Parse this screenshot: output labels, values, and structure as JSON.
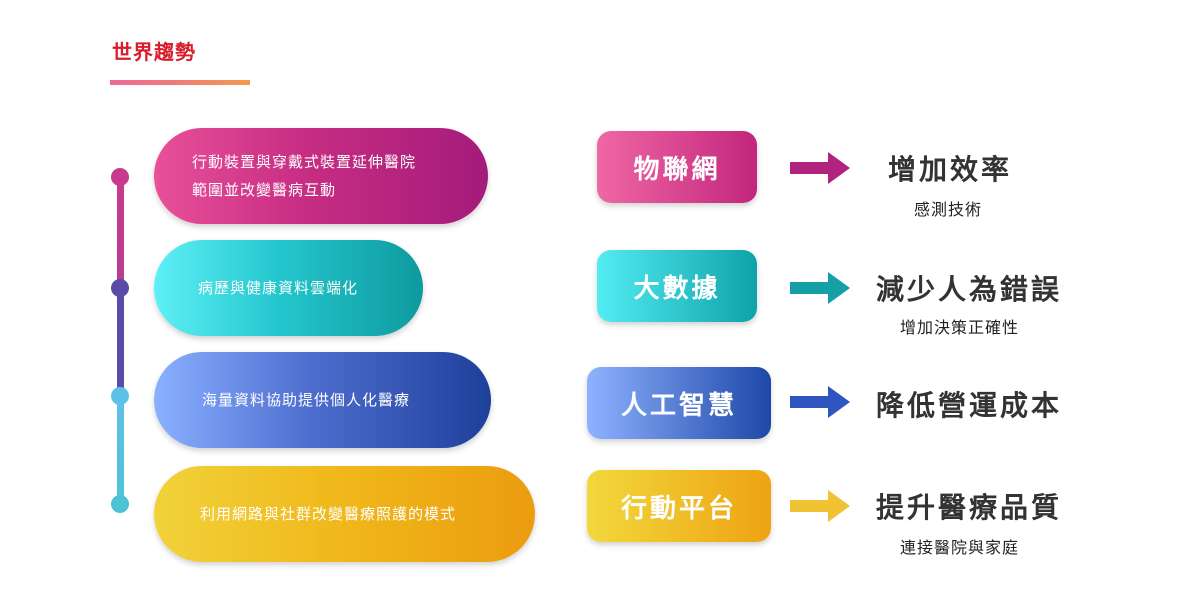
{
  "title": "世界趨勢",
  "colors": {
    "title": "#d81e2c",
    "magenta": "#c72d83",
    "teal": "#25c7cf",
    "blue": "#4f6fd0",
    "yellow": "#f0b71a",
    "timeline_dots": [
      "#c93a8e",
      "#5a4ba6",
      "#5fc0e6",
      "#4fc3d6"
    ]
  },
  "timeline": [
    {
      "lines": [
        "行動裝置與穿戴式裝置延伸醫院",
        "範圍並改變醫病互動"
      ]
    },
    {
      "lines": [
        "病歷與健康資料雲端化"
      ]
    },
    {
      "lines": [
        "海量資料協助提供個人化醫療"
      ]
    },
    {
      "lines": [
        "利用網路與社群改變醫療照護的模式"
      ]
    }
  ],
  "trends": [
    {
      "label": "物聯網",
      "result": "增加效率",
      "sub": "感測技術",
      "arrow_color": "#b0237f"
    },
    {
      "label": "大數據",
      "result": "減少人為錯誤",
      "sub": "增加決策正確性",
      "arrow_color": "#14a0a6"
    },
    {
      "label": "人工智慧",
      "result": "降低營運成本",
      "sub": "",
      "arrow_color": "#2f55c0"
    },
    {
      "label": "行動平台",
      "result": "提升醫療品質",
      "sub": "連接醫院與家庭",
      "arrow_color": "#f1c232"
    }
  ]
}
